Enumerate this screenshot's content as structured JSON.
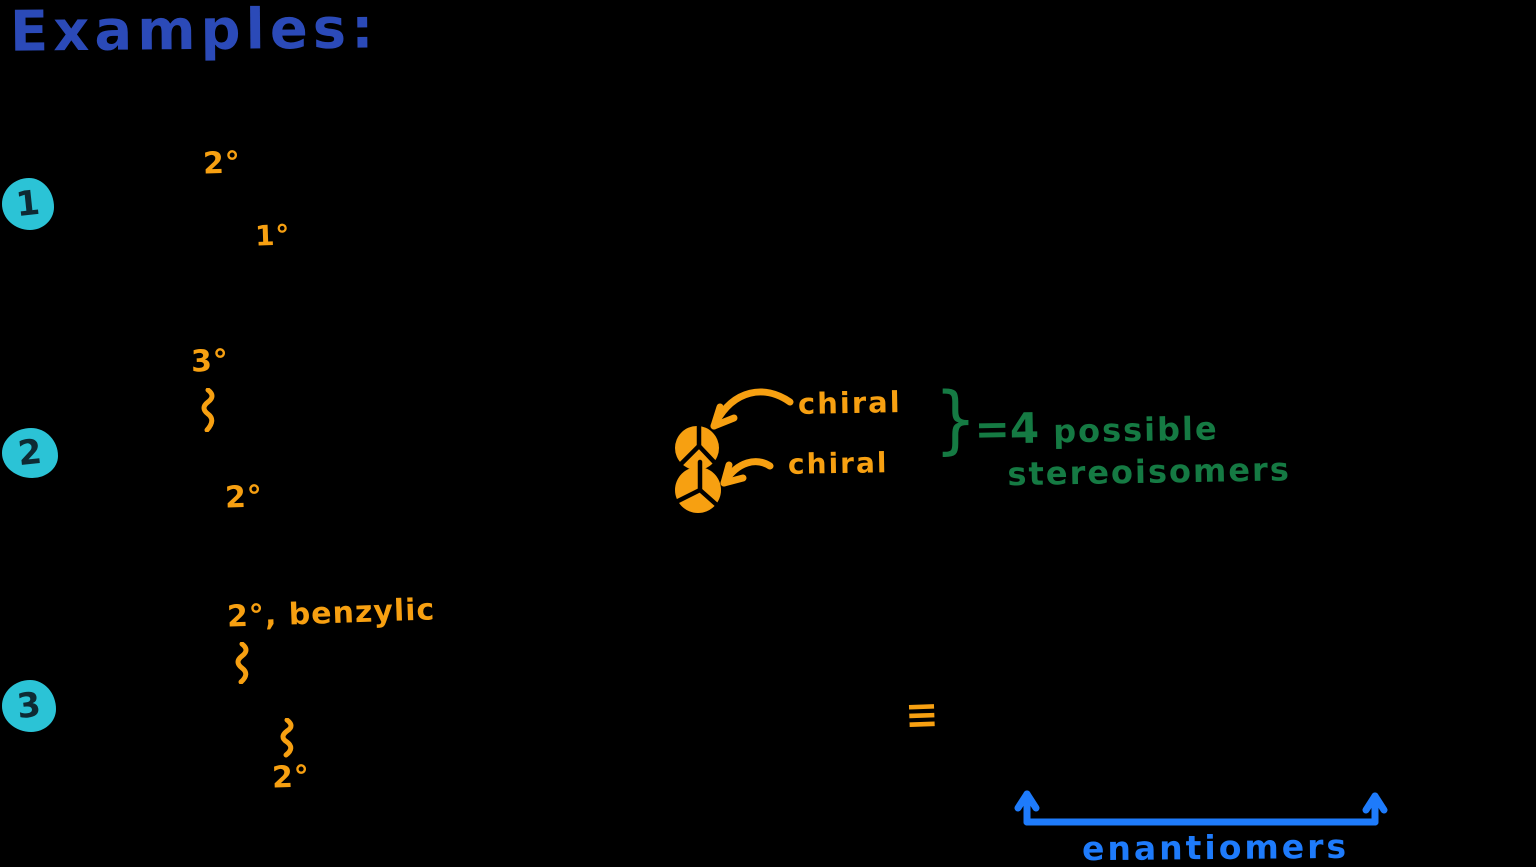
{
  "colors": {
    "background": "#000000",
    "title_blue": "#2b4ab8",
    "bright_blue": "#1e7bfb",
    "annotation_orange": "#f7a011",
    "note_green": "#157a43",
    "marker_cyan": "#2bc3d6",
    "marker_number": "#0e2a33",
    "bond_ink": "#000000"
  },
  "title": {
    "text": "Examples:"
  },
  "examples": [
    {
      "number": "1",
      "labels": [
        {
          "text": "2°"
        },
        {
          "text": "1°"
        }
      ]
    },
    {
      "number": "2",
      "labels": [
        {
          "text": "3°"
        },
        {
          "text": "2°"
        }
      ]
    },
    {
      "number": "3",
      "labels": [
        {
          "text": "2°, benzylic"
        },
        {
          "text": "2°"
        }
      ]
    }
  ],
  "chiral": {
    "label_top": "chiral",
    "label_bottom": "chiral",
    "brace": "}",
    "equals_value": "=4",
    "word1": "possible",
    "word2": "stereoisomers"
  },
  "icons": {
    "identical_to": "≡"
  },
  "enantiomers": {
    "label": "enantiomers"
  }
}
